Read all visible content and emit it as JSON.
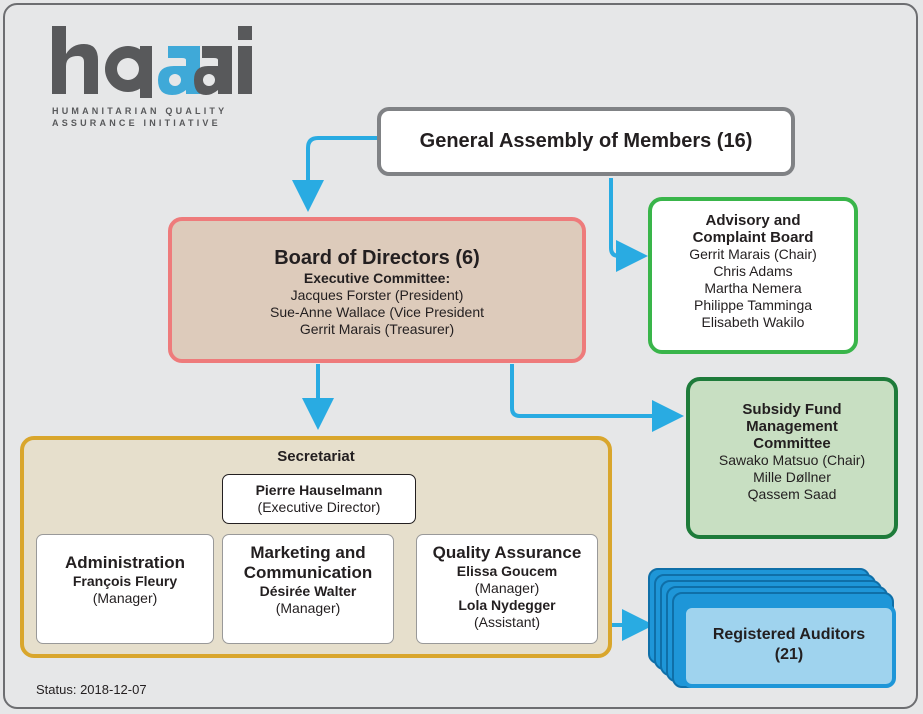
{
  "logo": {
    "wordmark": "hqai",
    "tagline_1": "HUMANITARIAN QUALITY",
    "tagline_2": "ASSURANCE INITIATIVE"
  },
  "general_assembly": {
    "title": "General Assembly of Members (16)"
  },
  "board": {
    "title": "Board of Directors (6)",
    "subtitle": "Executive Committee:",
    "members": [
      "Jacques Forster (President)",
      "Sue-Anne Wallace (Vice President",
      "Gerrit Marais (Treasurer)"
    ]
  },
  "advisory": {
    "title_1": "Advisory and",
    "title_2": "Complaint Board",
    "members": [
      "Gerrit Marais (Chair)",
      "Chris Adams",
      "Martha Nemera",
      "Philippe Tamminga",
      "Elisabeth Wakilo"
    ]
  },
  "subsidy": {
    "title_1": "Subsidy Fund",
    "title_2": "Management",
    "title_3": "Committee",
    "members": [
      "Sawako Matsuo (Chair)",
      "Mille Døllner",
      "Qassem Saad"
    ]
  },
  "secretariat": {
    "title": "Secretariat",
    "director": {
      "name": "Pierre Hauselmann",
      "role": "(Executive Director)"
    },
    "administration": {
      "title": "Administration",
      "name": "François Fleury",
      "role": "(Manager)"
    },
    "marketing": {
      "title_1": "Marketing and",
      "title_2": "Communication",
      "name": "Désirée Walter",
      "role": "(Manager)"
    },
    "quality": {
      "title": "Quality Assurance",
      "name_1": "Elissa Goucem",
      "role_1": "(Manager)",
      "name_2": "Lola Nydegger",
      "role_2": "(Assistant)"
    }
  },
  "auditors": {
    "title_1": "Registered Auditors",
    "title_2": "(21)"
  },
  "status": "Status: 2018-12-07",
  "colors": {
    "arrow": "#29abe2",
    "board_fill": "#ddcbbb",
    "board_border": "#ee7b7b",
    "advisory_border": "#39b54a",
    "subsidy_fill": "#c8dfc2",
    "subsidy_border": "#1e7b3a",
    "secretariat_fill": "#e6dfcc",
    "secretariat_border": "#d9a62c",
    "auditor_fill": "#9fd3ee",
    "auditor_stack": "#1e96d8",
    "logo_dark": "#58595b",
    "logo_blue": "#3fa9d8"
  }
}
